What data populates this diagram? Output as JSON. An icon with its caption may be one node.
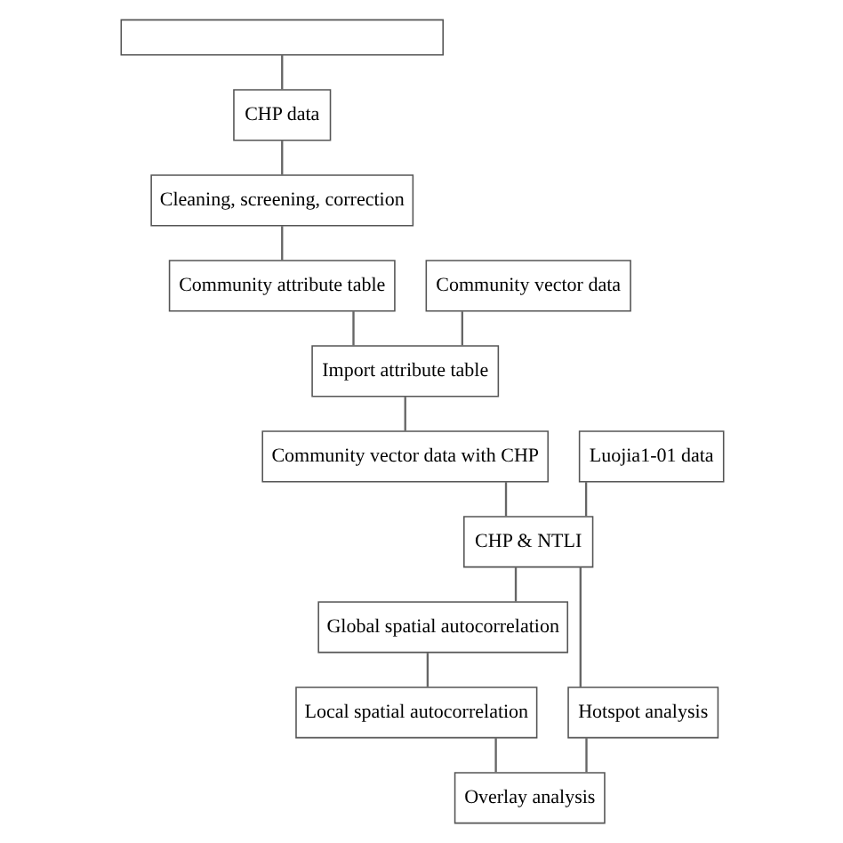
{
  "diagram": {
    "nodes": [
      {
        "text": [],
        "shape": "box"
      },
      {
        "text": [
          "CHP data"
        ]
      },
      {
        "text": [
          "Cleaning, screening, correction"
        ]
      },
      {
        "text": [
          "Community attribute table"
        ]
      },
      {
        "text": [
          "Community vector data"
        ]
      },
      {
        "text": [
          "Import attribute table"
        ]
      },
      {
        "text": [
          "Luojia1-01 data"
        ]
      },
      {
        "text": [
          "Community vector data with CHP"
        ]
      },
      {
        "text": [
          "CHP & NTLI"
        ]
      },
      {
        "text": [
          "Global spatial autocorrelation"
        ]
      },
      {
        "text": [
          "Hotspot analysis"
        ]
      },
      {
        "text": [
          "Local spatial autocorrelation"
        ]
      },
      {
        "text": [
          "Overlay analysis"
        ]
      }
    ],
    "edges": [
      {
        "from": 0,
        "to": 1,
        "arrow": "none"
      },
      {
        "from": 1,
        "to": 2,
        "arrow": "none"
      },
      {
        "from": 2,
        "to": 3,
        "arrow": "none"
      },
      {
        "from": 3,
        "to": 5,
        "arrow": "none"
      },
      {
        "from": 4,
        "to": 5,
        "arrow": "none"
      },
      {
        "from": 5,
        "to": 7,
        "arrow": "none"
      },
      {
        "from": 6,
        "to": 8,
        "arrow": "none"
      },
      {
        "from": 7,
        "to": 8,
        "arrow": "none"
      },
      {
        "from": 8,
        "to": 9,
        "arrow": "none"
      },
      {
        "from": 8,
        "to": 10,
        "arrow": "none"
      },
      {
        "from": 9,
        "to": 11,
        "arrow": "none"
      },
      {
        "from": 11,
        "to": 12,
        "arrow": "none"
      },
      {
        "from": 10,
        "to": 12,
        "arrow": "none"
      }
    ]
  }
}
